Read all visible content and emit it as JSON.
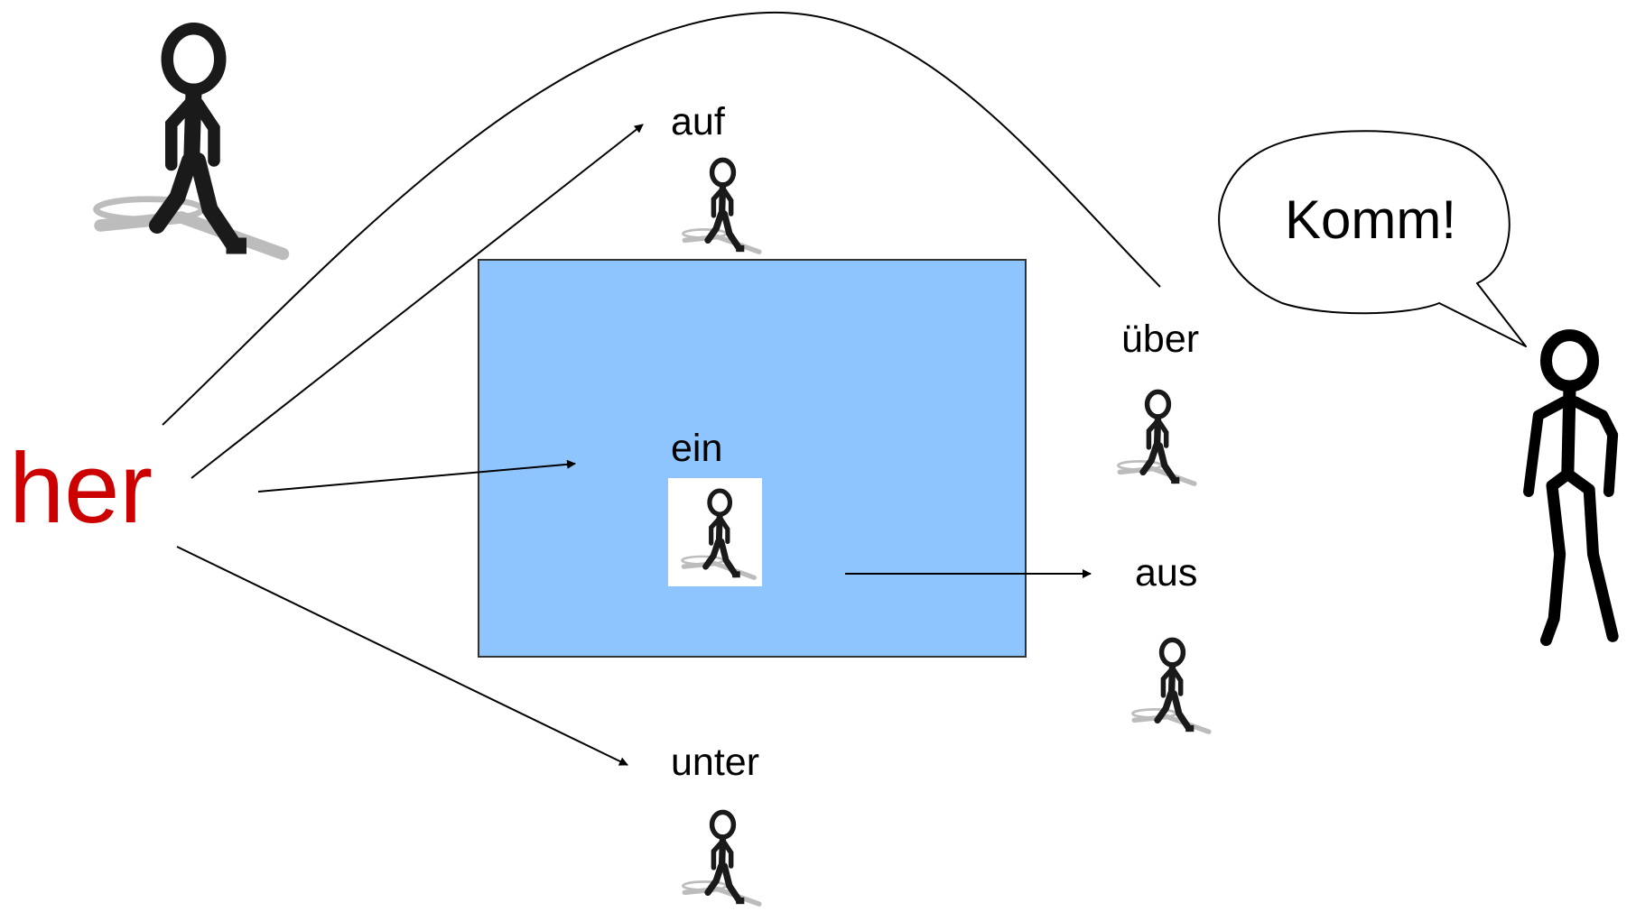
{
  "main_word": {
    "text": "her",
    "color": "#cc0000"
  },
  "speech_bubble": {
    "text": "Komm!"
  },
  "prefixes": {
    "auf": "auf",
    "ueber": "über",
    "ein": "ein",
    "aus": "aus",
    "unter": "unter"
  },
  "colors": {
    "box_fill": "#8ec5ff",
    "box_stroke": "#333333",
    "line": "#000000",
    "figure": "#1a1a1a",
    "shadow": "#b5b5b5"
  },
  "icons": {
    "walker": "walking-stick-figure",
    "caller": "standing-stick-figure"
  }
}
